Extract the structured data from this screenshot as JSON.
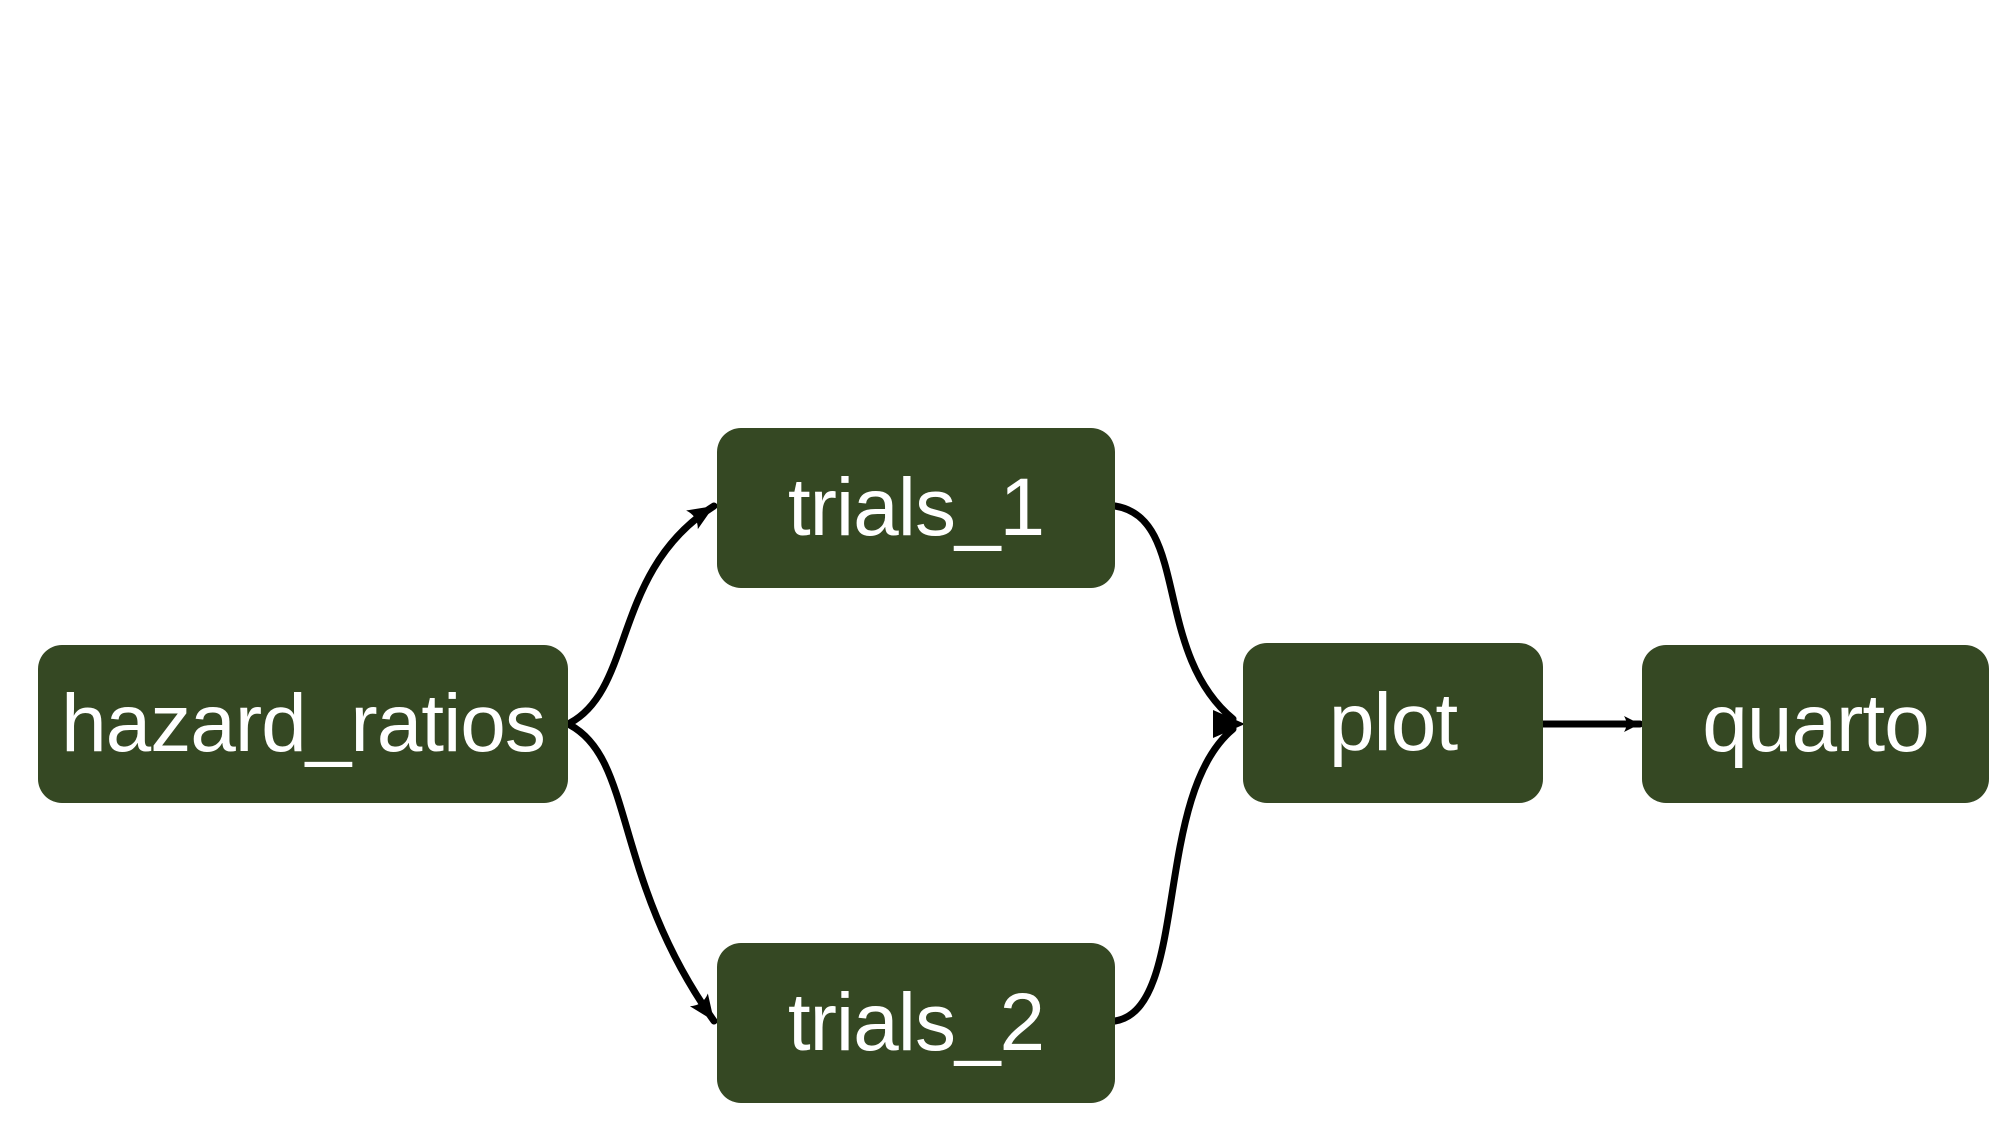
{
  "diagram": {
    "type": "pipeline-dependency-graph",
    "colors": {
      "background": "#ffffff",
      "node_fill": "#354823",
      "node_text": "#ffffff",
      "edge": "#000000"
    },
    "nodes": [
      {
        "id": "hazard_ratios",
        "label": "hazard_ratios"
      },
      {
        "id": "trials_1",
        "label": "trials_1"
      },
      {
        "id": "trials_2",
        "label": "trials_2"
      },
      {
        "id": "plot",
        "label": "plot"
      },
      {
        "id": "quarto",
        "label": "quarto"
      }
    ],
    "edges": [
      {
        "from": "hazard_ratios",
        "to": "trials_1"
      },
      {
        "from": "hazard_ratios",
        "to": "trials_2"
      },
      {
        "from": "trials_1",
        "to": "plot"
      },
      {
        "from": "trials_2",
        "to": "plot"
      },
      {
        "from": "plot",
        "to": "quarto"
      }
    ]
  }
}
